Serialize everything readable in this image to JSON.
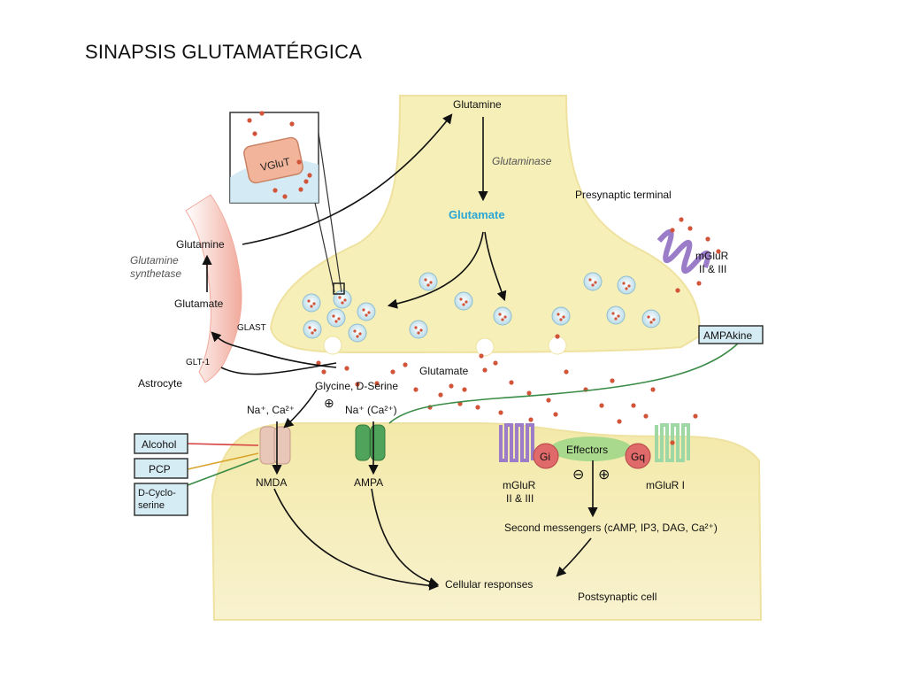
{
  "title": "SINAPSIS GLUTAMATÉRGICA",
  "colors": {
    "terminal": "#f6efb8",
    "terminal_edge": "#efe2a0",
    "astrocyte": "#f2b4a8",
    "glutamate_label": "#2aa6d6",
    "dot": "#d2553a",
    "mglur_purple": "#9a7cc8",
    "mglur_green": "#9fd8a4",
    "g_protein": "#e06a6a",
    "effectors": "#a9d98c",
    "box_fill": "#d6ecf4",
    "ampa_green": "#4fa35a",
    "nmda_pink": "#e8c6b8"
  },
  "labels": {
    "glutamine_top": "Glutamine",
    "glutaminase": "Glutaminase",
    "glutamate_center": "Glutamate",
    "presynaptic_terminal": "Presynaptic terminal",
    "vglut": "VGluT",
    "glutamine_astro": "Glutamine",
    "glutamine_synthetase_line1": "Glutamine",
    "glutamine_synthetase_line2": "synthetase",
    "glutamate_astro": "Glutamate",
    "glast": "GLAST",
    "glt1": "GLT-1",
    "astrocyte": "Astrocyte",
    "mglur_pre_line1": "mGluR",
    "mglur_pre_line2": "II & III",
    "ampakine": "AMPAkine",
    "glutamate_cleft": "Glutamate",
    "glycine": "Glycine, D-Serine",
    "plus_symbol": "⊕",
    "minus_symbol": "⊖",
    "na_ca_nmda": "Na⁺, Ca²⁺",
    "na_ca_ampa": "Na⁺ (Ca²⁺)",
    "nmda": "NMDA",
    "ampa": "AMPA",
    "effectors": "Effectors",
    "gi": "Gi",
    "gq": "Gq",
    "mglur_post_left_line1": "mGluR",
    "mglur_post_left_line2": "II & III",
    "mglur_post_right": "mGluR I",
    "second_messengers": "Second messengers  (cAMP, IP3, DAG, Ca²⁺)",
    "cellular_responses": "Cellular responses",
    "postsynaptic_cell": "Postsynaptic cell"
  },
  "drug_boxes": [
    "Alcohol",
    "PCP",
    "D-Cyclo-\nserine"
  ]
}
